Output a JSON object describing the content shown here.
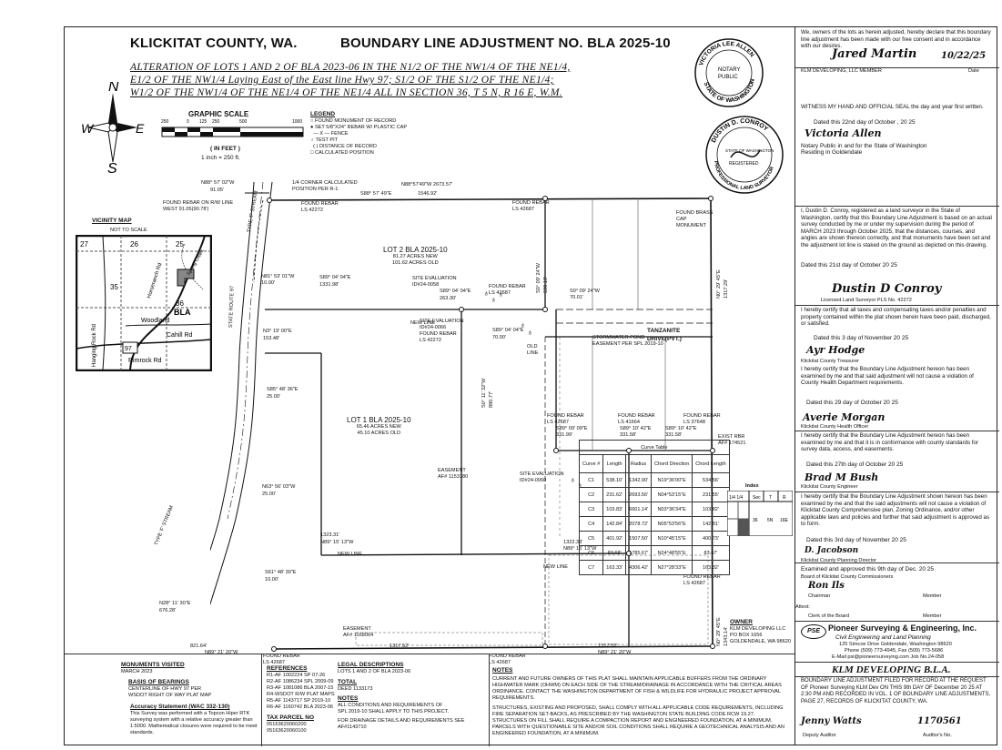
{
  "header": {
    "county": "KLICKITAT COUNTY, WA.",
    "title": "BOUNDARY LINE ADJUSTMENT NO. BLA 2025-10",
    "desc1": "ALTERATION OF LOTS 1 AND 2 OF BLA 2023-06 IN THE N1/2 OF THE NW1/4 OF THE NE1/4,",
    "desc2": "E1/2 OF THE NW1/4 Laying East of the East line Hwy 97; S1/2 OF THE S1/2 OF THE NE1/4;",
    "desc3": "W1/2 OF THE NW1/4 OF THE NE1/4 OF THE NE1/4  ALL IN SECTION 36, T 5 N, R 16 E, W.M."
  },
  "scale": {
    "title": "GRAPHIC SCALE",
    "ticks": [
      "250",
      "0",
      "125",
      "250",
      "500",
      "1000"
    ],
    "unit": "( IN FEET )",
    "ratio": "1 inch = 250 ft."
  },
  "compass": {
    "n": "N",
    "s": "S",
    "e": "E",
    "w": "W"
  },
  "legend": {
    "title": "LEGEND",
    "items": [
      "FOUND MONUMENT OF RECORD",
      "SET 5/8\"X24\" REBAR W/ PLASTIC CAP",
      "— X — FENCE",
      "TEST PIT",
      "( ) DISTANCE OF RECORD",
      "CALCULATED POSITION"
    ]
  },
  "vicinity": {
    "title": "VICINITY MAP",
    "scale": "NOT TO SCALE",
    "labels": [
      "27",
      "26",
      "25",
      "35",
      "36",
      "BLA",
      "Woodland",
      "Cahill Rd",
      "Rimrock Rd",
      "97",
      "Horseranch Rd",
      "Hanging Rock Rd",
      "Spring Creek"
    ]
  },
  "lots": {
    "lot2": [
      "LOT 2 BLA 2025-10",
      "81.27 ACRES NEW",
      "101.62 ACRES OLD"
    ],
    "lot1": [
      "LOT 1 BLA 2025-10",
      "65.46 ACRES NEW",
      "45.10 ACRES OLD"
    ]
  },
  "plat_labels": [
    "N88° 57' 02\"W",
    "91.05'",
    "1/4 CORNER CALCULATED",
    "POSITION PER R-1",
    "N88°57'49\"W 2673.57'",
    "FOUND REBAR ON R/W LINE",
    "WEST 91.05(90.78')",
    "S88° 57' 49\"E",
    "1546.92'",
    "FOUND REBAR",
    "LS 42272",
    "FOUND REBAR",
    "LS 42687",
    "FOUND BRASS",
    "CAP",
    "MONUMENT",
    "N81° 53' 01\"W",
    "10.00'",
    "S89° 04' 04\"E",
    "1331.98'",
    "SITE EVALUATION",
    "ID#24-0058",
    "S89° 04' 04\"E",
    "263.30'",
    "FOUND REBAR",
    "LS 42687",
    "S0° 09' 24\"W",
    "70.01'",
    "N3° 19' 00\"E",
    "153.48'",
    "NEW LINE",
    "SITE EVALUATION",
    "ID#24-0066",
    "FOUND REBAR",
    "LS 42272",
    "S89° 04' 04\"E",
    "70.00'",
    "STORMWATER POND",
    "EASEMENT PER SPL 2019-10",
    "TANZANITE",
    "DRIVE(PVT.)",
    "OLD",
    "LINE",
    "S85° 48' 36\"E",
    "25.00'",
    "STATE ROUTE 97",
    "FOUND REBAR",
    "LS 42687",
    "FOUND REBAR",
    "LS 41664",
    "FOUND REBAR",
    "LS 37648",
    "S89° 09' 09\"E",
    "331.99'",
    "S89° 10' 42\"E",
    "331.58'",
    "S89° 10' 42\"E",
    "331.58'",
    "EXIST RBR",
    "AF# 174521",
    "EASEMENT",
    "AF# 1153180",
    "SITE EVALUATION",
    "ID#24-0060",
    "N63° 56' 03\"W",
    "25.00'",
    "1323.31'",
    "N89° 15' 13\"W",
    "1322.33'",
    "N89° 15' 13\"W",
    "NEW LINE",
    "NEW LINE",
    "S61° 48' 30\"E",
    "10.00'",
    "N28° 11' 30\"E",
    "676.28'",
    "FOUND REBAR",
    "LS 42687",
    "EASEMENT",
    "AF# 1168064",
    "821.64'",
    "N89° 21' 20\"W",
    "1317.52'",
    "1317.52'",
    "N89° 21' 20\"W",
    "FOUND REBAR",
    "LS 42687",
    "FOUND REBAR",
    "LS 42687",
    "TYPE 'F' STREAM",
    "TYPE 'F' STREAM",
    "S0° 11' 32\"W",
    "880.77'",
    "S0° 09' 24\"W",
    "590.19'",
    "N0° 29' 45\"E",
    "1317.29'",
    "N0° 29' 45\"E",
    "1343.14'"
  ],
  "curve_table": {
    "title": "Curve Table",
    "headers": [
      "Curve #",
      "Length",
      "Radius",
      "Chord Direction",
      "Chord Length"
    ],
    "rows": [
      [
        "C1",
        "538.10'",
        "1342.90'",
        "N19°36'00\"E",
        "534.56'"
      ],
      [
        "C2",
        "231.62'",
        "2693.56'",
        "N04°53'15\"E",
        "231.55'"
      ],
      [
        "C3",
        "103.83'",
        "6601.14'",
        "N03°36'34\"E",
        "103.82'"
      ],
      [
        "C4",
        "142.84'",
        "2078.72'",
        "N05°53'56\"E",
        "142.81'"
      ],
      [
        "C5",
        "401.92'",
        "1507.50'",
        "N10°45'15\"E",
        "400.73'"
      ],
      [
        "C6",
        "83.68'",
        "1785.67'",
        "N24°48'55\"E",
        "83.67'"
      ],
      [
        "C7",
        "163.33'",
        "4306.42'",
        "N27°28'33\"E",
        "163.32'"
      ]
    ]
  },
  "index": {
    "title": "Index",
    "headers": [
      "1/4 1/4",
      "Sec",
      "T",
      "R"
    ],
    "row": [
      "",
      "36",
      "5N",
      "16E"
    ]
  },
  "bottom": {
    "monuments_title": "MONUMENTS VISITED",
    "monuments_date": "MARCH 2023",
    "bearings_title": "BASIS OF BEARINGS",
    "bearings_lines": [
      "CENTERLINE OF HWY 97 PER",
      "WSDOT RIGHT OF WAY PLAT MAP"
    ],
    "accuracy_title": "Accuracy Statement (WAC 332-130)",
    "accuracy_text": "This Survey was performed with a Topcon Hiper RTK surveying system with a relative accuracy greater than 1:5000. Mathematical closures were required to be meet standards.",
    "references_title": "REFERENCES",
    "references": [
      "R1-AF 1002224 SP 07-26",
      "R2-AF 1086234 SPL 2009-09",
      "R3-AF 1081086 BLA 2007-15",
      "R4-WSDOT R/W PLAT MAPS",
      "R5-AF 1143717 SP 2019-10",
      "R6-AF 1160742 BLA 2023-06"
    ],
    "tax_title": "TAX PARCEL NO",
    "tax": [
      "05163620060200",
      "05163620060100"
    ],
    "legal_title": "LEGAL DESCRIPTIONS",
    "legal_text": "LOTS 1 AND 2 OF BLA 2023-06",
    "total_title": "TOTAL",
    "total_text": "DEED 1133173",
    "notes_title": "NOTES",
    "notes_small": [
      "ALL CONDITIONS AND REQUIREMENTS OF",
      "SPL 2019-10 SHALL APPLY TO THIS PROJECT.",
      "FOR DRAINAGE DETAILS AND REQUIREMENTS SEE",
      "AF#1143710"
    ],
    "notes2_title": "NOTES",
    "notes2": [
      "CURRENT AND FUTURE OWNERS OF THIS PLAT SHALL MAINTAIN APPLICABLE BUFFERS FROM THE ORDINARY HIGHWATER MARK (OHWM) ON EACH SIDE OF THE STREAM/DRAINAGE IN ACCORDANCE WITH THE CRITICAL AREAS ORDINANCE. CONTACT THE WASHINGTON DEPARTMENT OF FISH & WILDLIFE FOR HYDRAULIC PROJECT APPROVAL REQUIREMENTS.",
      "STRUCTURES, EXISTING AND PROPOSED, SHALL COMPLY WITH ALL APPLICABLE CODE REQUIREMENTS, INCLUDING FIRE SEPARATION SET-BACKS, AS PRESCRIBED BY THE WASHINGTON STATE BUILDING CODE RCW 19.27. STRUCTURES ON FILL SHALL REQUIRE A COMPACTION REPORT AND ENGINEERED FOUNDATION, AT A MINIMUM. PARCELS WITH QUESTIONABLE SITE AND/OR SOIL CONDITIONS SHALL REQUIRE A GEOTECHNICAL ANALYSIS AND AN ENGINEERED FOUNDATION, AT A MINIMUM."
    ],
    "owner_title": "OWNER",
    "owner": [
      "KLM DEVELOPING LLC",
      "PO BOX 1656",
      "GOLDENDALE, WA 98620"
    ]
  },
  "right": {
    "decl": "We, owners of the lots as herein adjusted, hereby declare that this boundary line adjustment has been made with our free consent and in accordance with our desires.",
    "owner_sig": "Jared Martin",
    "owner_date": "10/22/25",
    "owner_caption": "KLM DEVELOPING, LLC MEMBER",
    "owner_date_label": "Date",
    "notary_text1": "WITNESS MY HAND AND OFFICIAL SEAL the day and year first written.",
    "notary_dated": "Dated this 22nd day of October , 20 25",
    "notary_sig": "Victoria Allen",
    "notary_text2": "Notary Public in and for the State of Washington",
    "notary_res": "Residing in Goldendale",
    "surveyor_text": "I, Dustin D. Conroy, registered as a land surveyor in the State of Washington, certify that this Boundary Line Adjustment is based on an actual survey conducted by me or under my supervision during the period of MARCH 2023 through October 2025, that the distances, courses, and angles are shown thereon correctly, and that monuments have been set and the adjustment lot line is staked on the ground as depicted on this drawing.",
    "surveyor_dated": "Dated this 21st day of October 20 25",
    "surveyor_sig": "Dustin D Conroy",
    "surveyor_caption": "Licensed Land Surveyor        PLS No. 42272",
    "treas_text": "I hereby certify that all taxes and compensating taxes and/or penalties and property contained within the plat shown herein have been paid, discharged, or satisfied.",
    "treas_dated": "Dated this 3 day of November 20 25",
    "treas_sig": "Ayr Hodge",
    "treas_caption": "Klickitat County Treasurer",
    "health_text": "I hereby certify that the Boundary Line Adjustment hereon has been examined by me and that said adjustment will not cause a violation of County Health Department requirements.",
    "health_dated": "Dated this 29 day of October 20 25",
    "health_sig": "Averie Morgan",
    "health_caption": "Klickitat County Health Officer",
    "eng_text": "I hereby certify that the Boundary Line Adjustment hereon has been examined by me and that it is in conformance with county standards for survey data, access, and easements.",
    "eng_dated": "Dated this 27th day of October 20 25",
    "eng_sig": "Brad M Bush",
    "eng_caption": "Klickitat County Engineer",
    "plan_text": "I hereby certify that the Boundary Line Adjustment shown hereon has been examined by me and that the said adjustments will not cause a violation of Klickitat County Comprehensive plan, Zoning Ordinance, and/or other applicable laws and policies and further that said adjustment is approved as to form.",
    "plan_dated": "Dated this 3rd day of November 20 25",
    "plan_sig": "D. Jacobson",
    "plan_caption": "Klickitat County Planning Director",
    "board_text": "Examined and approved this 9th day of Dec. 20 25",
    "board_caption": "Board of Klickitat County Commissioners",
    "board_chair": "Chairman",
    "board_member": "Member",
    "board_attest": "Attest:",
    "board_clerk": "Clerk of the Board",
    "board_member2": "Member",
    "firm_name": "Pioneer Surveying & Engineering, Inc.",
    "firm_sub": "Civil Engineering and Land Planning",
    "firm_addr": "125 Simcoe Drive Goldendale, Washington 98620",
    "firm_phone": "Phone (509) 773-4945, Fax (509) 773-5686",
    "firm_email": "E-Mail psi@pioneersurveying.com   Job No.24-058",
    "firm_logo": "PSE",
    "dev_title": "KLM DEVELOPING B.L.A.",
    "filed_text": "BOUNDARY LINE ADJUSTMENT FILED FOR RECORD AT THE REQUEST OF Pioneer Surveying KLM Dev ON THIS 9th DAY OF December 20 25 AT 2:30 PM AND RECORDED IN VOL. 1 OF BOUNDARY LINE ADJUSTMENTS, PAGE 27, RECORDS OF KLICKITAT COUNTY, WA.",
    "auditor_sig": "Jenny Watts",
    "auditor_no": "1170561",
    "auditor_caption": "Deputy Auditor",
    "auditor_no_caption": "Auditor's No."
  },
  "stamps": {
    "notary": [
      "VICTORIA LEE ALLEN",
      "NOTARY",
      "PUBLIC",
      "STATE OF WASHINGTON"
    ],
    "surveyor": [
      "DUSTIN D. CONROY",
      "STATE OF WASHINGTON",
      "REGISTERED",
      "PROFESSIONAL LAND SURVEYOR"
    ]
  }
}
